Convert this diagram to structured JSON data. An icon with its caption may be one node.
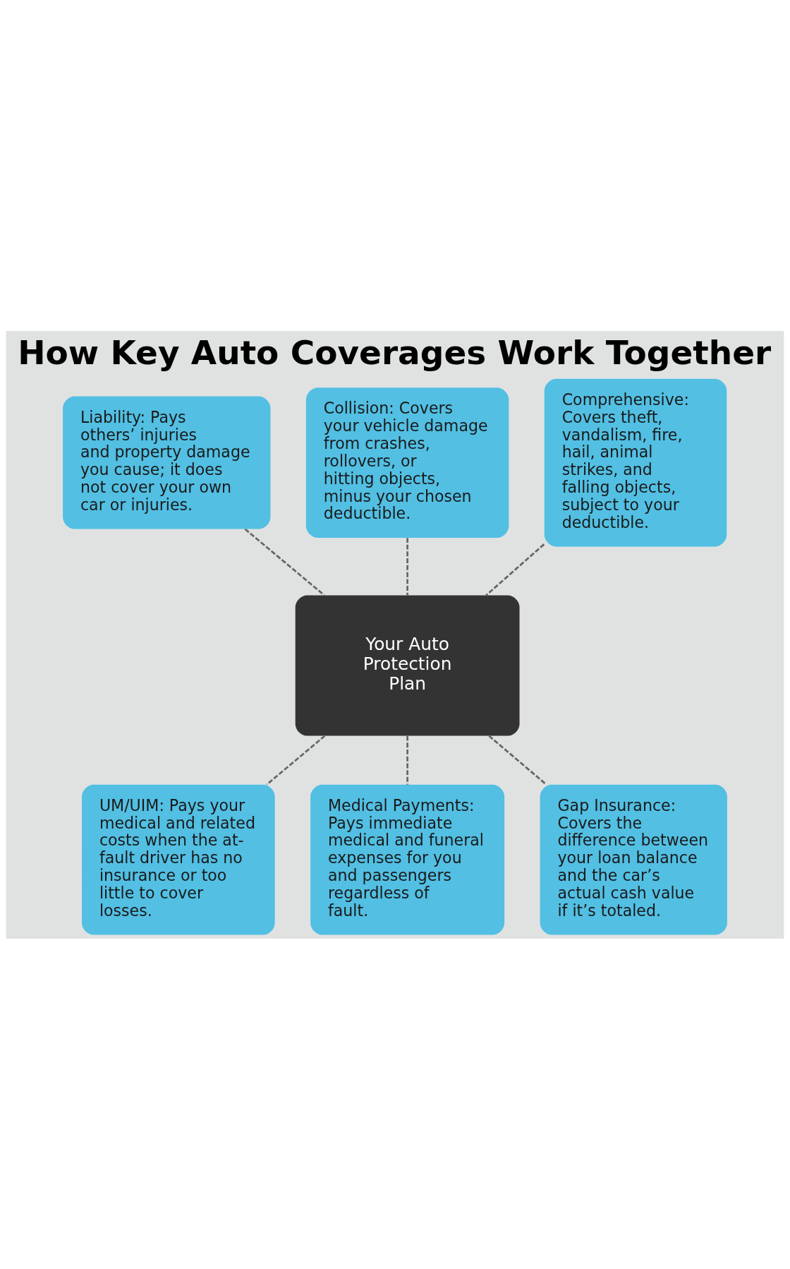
{
  "diagram": {
    "title": "How Key Auto Coverages Work Together",
    "nodes": [
      {
        "text": [
          "Liability: Pays others’ injuries and property damage you cause; it does not cover your own car or injuries."
        ]
      },
      {
        "text": [
          "Collision: Covers your vehicle damage from crashes, rollovers, or hitting objects, minus your chosen deductible."
        ]
      },
      {
        "text": [
          "Comprehensive: Covers theft, vandalism, fire, hail, animal strikes, and falling objects, subject to your deductible."
        ]
      },
      {
        "text": [
          "Your Auto Protection Plan"
        ]
      },
      {
        "text": [
          "UM/UIM: Pays your medical and related costs when the at-fault driver has no insurance or too little to cover losses."
        ]
      },
      {
        "text": [
          "Medical Payments: Pays immediate medical and funeral expenses for you and passengers regardless of fault."
        ]
      },
      {
        "text": [
          "Gap Insurance: Covers the difference between your loan balance and the car’s actual cash value if it’s totaled."
        ]
      }
    ],
    "edges": [
      {
        "from": 0,
        "to": 3,
        "arrow": "none",
        "style": "dashed"
      },
      {
        "from": 1,
        "to": 3,
        "arrow": "none",
        "style": "dashed"
      },
      {
        "from": 2,
        "to": 3,
        "arrow": "none",
        "style": "dashed"
      },
      {
        "from": 3,
        "to": 4,
        "arrow": "none",
        "style": "dashed"
      },
      {
        "from": 3,
        "to": 5,
        "arrow": "none",
        "style": "dashed"
      },
      {
        "from": 3,
        "to": 6,
        "arrow": "none",
        "style": "dashed"
      }
    ]
  }
}
